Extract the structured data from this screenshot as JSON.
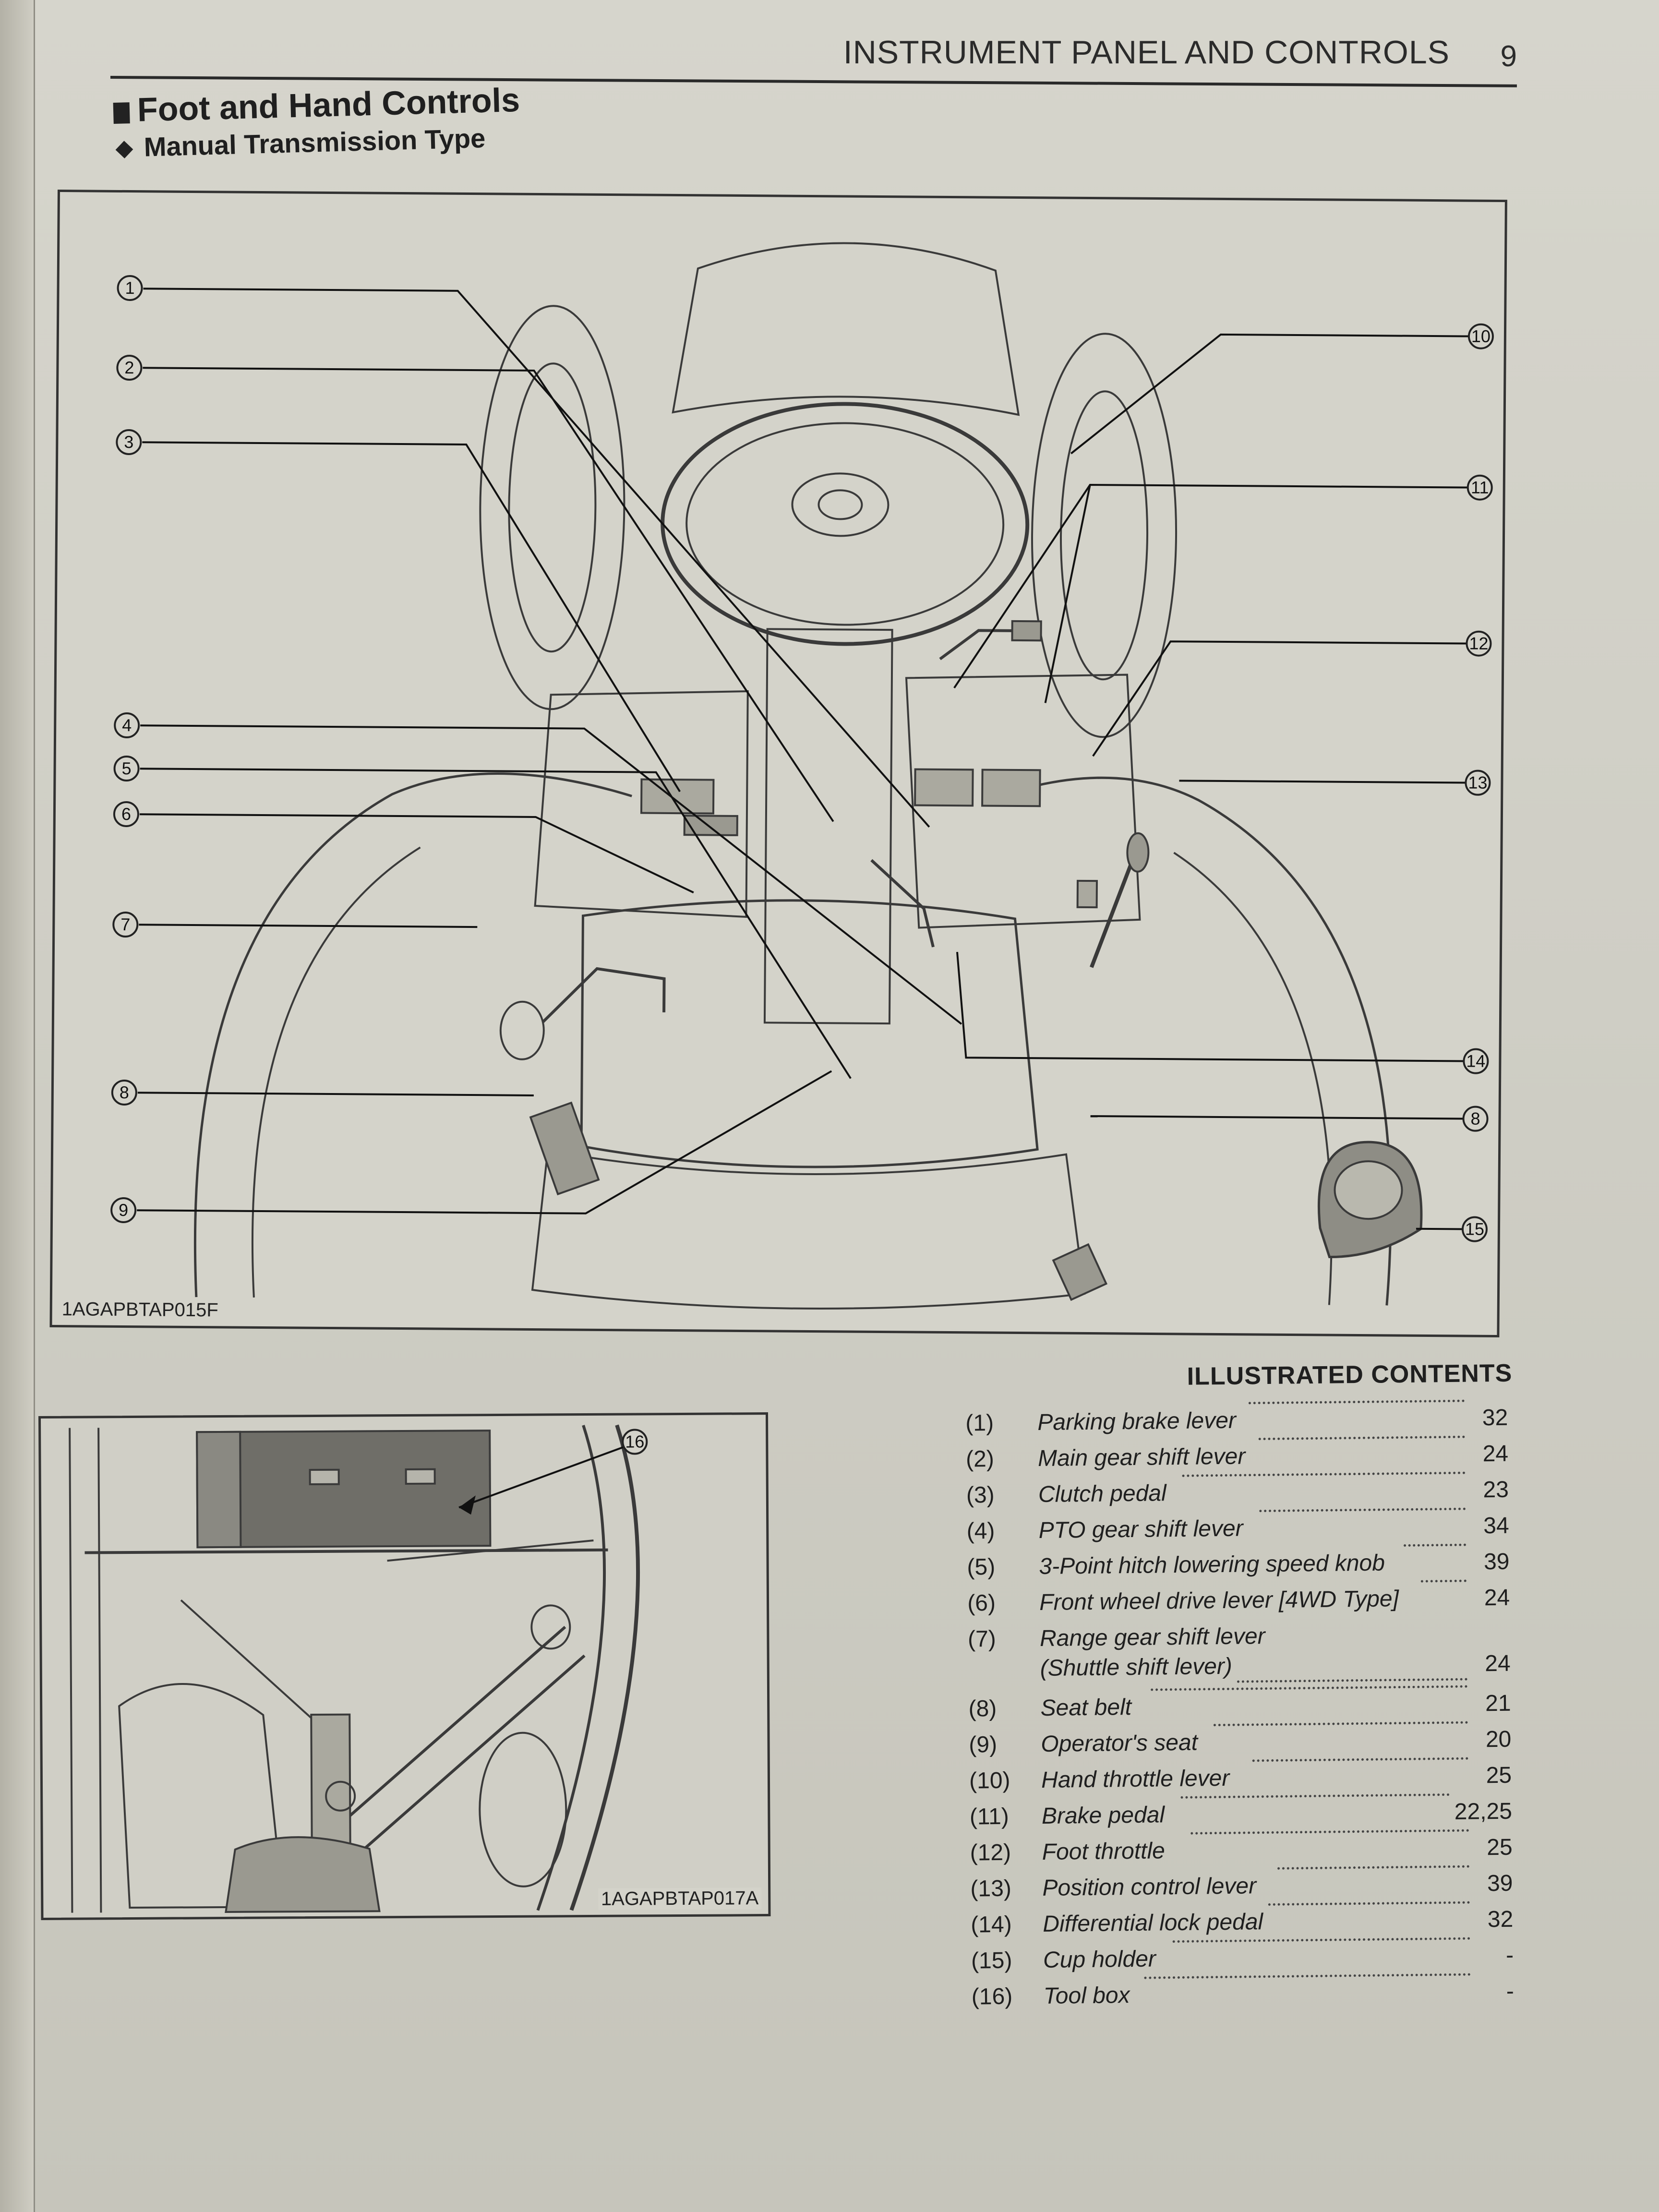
{
  "header": {
    "title": "INSTRUMENT PANEL AND CONTROLS",
    "page_number": "9"
  },
  "section": {
    "title": "Foot and Hand Controls",
    "subtitle": "Manual Transmission Type"
  },
  "figures": {
    "main_id": "1AGAPBTAP015F",
    "sub_id": "1AGAPBTAP017A",
    "main_callouts": [
      "1",
      "2",
      "3",
      "4",
      "5",
      "6",
      "7",
      "8",
      "9",
      "10",
      "11",
      "12",
      "13",
      "14",
      "8",
      "15"
    ],
    "sub_callout": "16"
  },
  "contents": {
    "title": "ILLUSTRATED CONTENTS",
    "items": [
      {
        "num": "(1)",
        "label": "Parking brake lever",
        "page": "32"
      },
      {
        "num": "(2)",
        "label": "Main gear shift lever",
        "page": "24"
      },
      {
        "num": "(3)",
        "label": "Clutch pedal",
        "page": "23"
      },
      {
        "num": "(4)",
        "label": "PTO gear shift lever",
        "page": "34"
      },
      {
        "num": "(5)",
        "label": "3-Point hitch lowering speed knob",
        "page": "39"
      },
      {
        "num": "(6)",
        "label": "Front wheel drive lever [4WD Type]",
        "page": "24"
      },
      {
        "num": "(7)",
        "label": "Range gear shift lever",
        "label2": "(Shuttle shift lever)",
        "page": "24"
      },
      {
        "num": "(8)",
        "label": "Seat belt",
        "page": "21"
      },
      {
        "num": "(9)",
        "label": "Operator's seat",
        "page": "20"
      },
      {
        "num": "(10)",
        "label": "Hand throttle lever",
        "page": "25"
      },
      {
        "num": "(11)",
        "label": "Brake pedal",
        "page": "22,25"
      },
      {
        "num": "(12)",
        "label": "Foot throttle",
        "page": "25"
      },
      {
        "num": "(13)",
        "label": "Position control lever",
        "page": "39"
      },
      {
        "num": "(14)",
        "label": "Differential lock pedal",
        "page": "32"
      },
      {
        "num": "(15)",
        "label": "Cup holder",
        "page": "-"
      },
      {
        "num": "(16)",
        "label": "Tool box",
        "page": "-"
      }
    ]
  }
}
